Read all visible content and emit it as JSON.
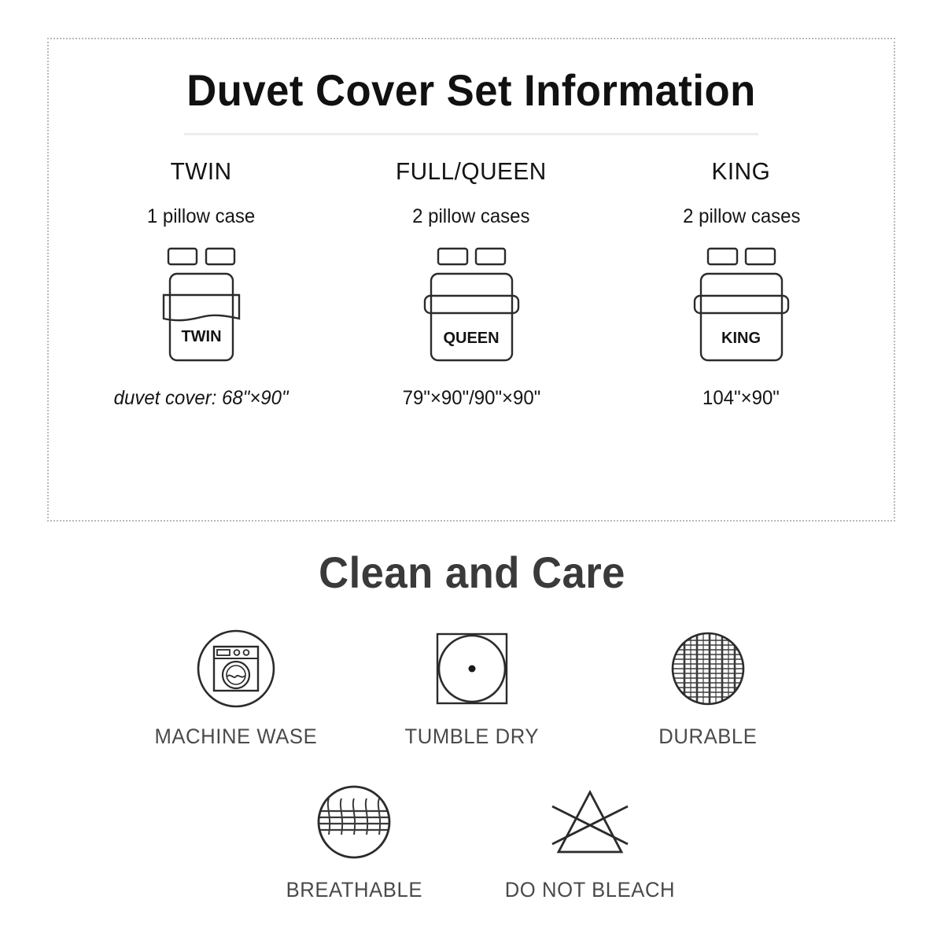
{
  "panel": {
    "title": "Duvet Cover Set Information",
    "columns": [
      {
        "size_name": "TWIN",
        "pillow_count": "1 pillow case",
        "bed_label": "TWIN",
        "bed_icon": "bed-twin-icon",
        "dimensions": "duvet cover: 68\"×90\"",
        "dimensions_italic": true
      },
      {
        "size_name": "FULL/QUEEN",
        "pillow_count": "2 pillow cases",
        "bed_label": "QUEEN",
        "bed_icon": "bed-queen-icon",
        "dimensions": "79\"×90\"/90\"×90\"",
        "dimensions_italic": false
      },
      {
        "size_name": "KING",
        "pillow_count": "2 pillow cases",
        "bed_label": "KING",
        "bed_icon": "bed-king-icon",
        "dimensions": "104\"×90\"",
        "dimensions_italic": false
      }
    ]
  },
  "care": {
    "title": "Clean and Care",
    "row_1": [
      {
        "label": "MACHINE WASE",
        "icon": "washing-machine-icon"
      },
      {
        "label": "TUMBLE DRY",
        "icon": "tumble-dry-icon"
      },
      {
        "label": "DURABLE",
        "icon": "durable-mesh-icon"
      }
    ],
    "row_2": [
      {
        "label": "BREATHABLE",
        "icon": "breathable-weave-icon"
      },
      {
        "label": "DO NOT BLEACH",
        "icon": "do-not-bleach-icon"
      }
    ]
  },
  "colors": {
    "background": "#ffffff",
    "text": "#1a1a1a",
    "care_text": "#4a4a4a",
    "care_heading": "#3a3a3a",
    "panel_border": "#b9b9b9",
    "rule": "#ededed",
    "icon_stroke": "#2b2b2b"
  }
}
